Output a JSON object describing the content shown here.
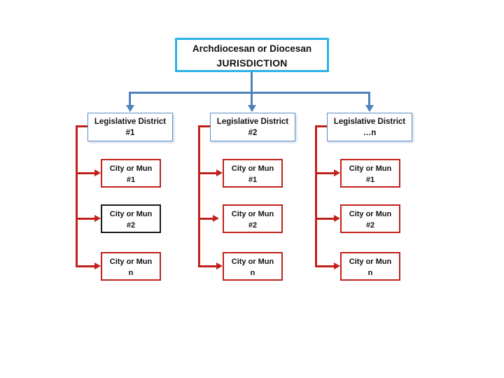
{
  "slide": {
    "root": {
      "line1": "Archdiocesan or Diocesan",
      "line2": "JURISDICTION"
    },
    "columns": [
      {
        "district": {
          "line1": "Legislative District",
          "line2": "#1"
        },
        "cities": [
          {
            "line1": "City or Mun",
            "line2": "#1"
          },
          {
            "line1": "City or Mun",
            "line2": "#2"
          },
          {
            "line1": "City or Mun",
            "line2": "n"
          }
        ]
      },
      {
        "district": {
          "line1": "Legislative District",
          "line2": "#2"
        },
        "cities": [
          {
            "line1": "City or Mun",
            "line2": "#1"
          },
          {
            "line1": "City or Mun",
            "line2": "#2"
          },
          {
            "line1": "City or Mun",
            "line2": "n"
          }
        ]
      },
      {
        "district": {
          "line1": "Legislative District",
          "line2": "…n"
        },
        "cities": [
          {
            "line1": "City or Mun",
            "line2": "#1"
          },
          {
            "line1": "City or Mun",
            "line2": "#2"
          },
          {
            "line1": "City or Mun",
            "line2": "n"
          }
        ]
      }
    ]
  },
  "colors": {
    "root_border": "#29b2e6",
    "connector_blue": "#4f81bd",
    "district_border": "#5b8ec4",
    "connector_red": "#c0211c",
    "city_border": "#c0211c",
    "city_border_exception": "#1a1a1a",
    "text": "#111111"
  }
}
